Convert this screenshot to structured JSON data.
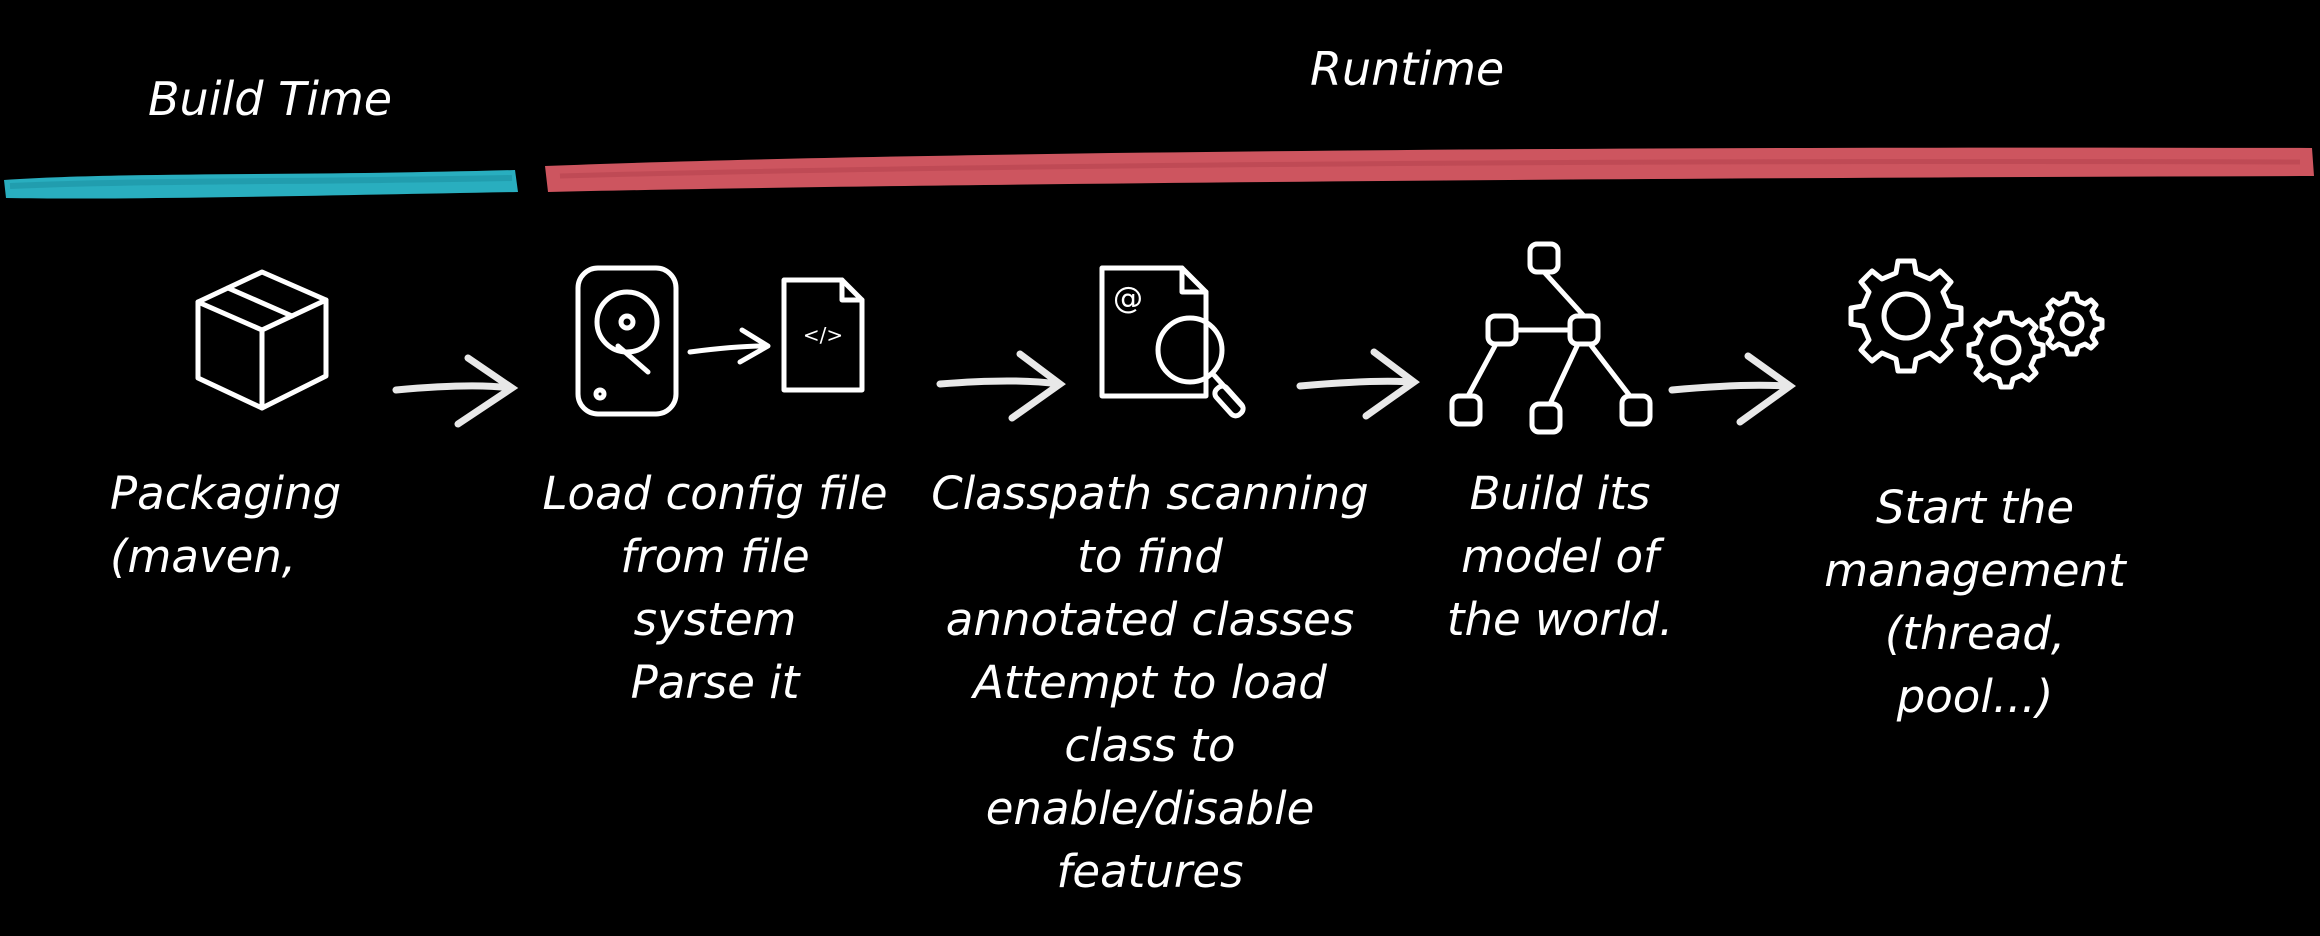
{
  "phases": {
    "build_time": {
      "label": "Build Time",
      "color": "#2bb7c9"
    },
    "runtime": {
      "label": "Runtime",
      "color": "#d85a64"
    }
  },
  "steps": [
    {
      "icon": "package-box-icon",
      "lines": [
        "Packaging",
        "(maven,"
      ]
    },
    {
      "icon": "hard-drive-to-code-file-icon",
      "lines": [
        "Load config file",
        "from file",
        "system",
        "Parse it"
      ]
    },
    {
      "icon": "annotated-file-search-icon",
      "lines": [
        "Classpath scanning",
        "to find",
        "annotated classes",
        "Attempt to load",
        "class to",
        "enable/disable",
        "features"
      ]
    },
    {
      "icon": "node-tree-icon",
      "lines": [
        "Build its",
        "model of",
        "the world."
      ]
    },
    {
      "icon": "gears-icon",
      "lines": [
        "Start the",
        "management",
        "(thread,",
        "pool...)"
      ]
    }
  ],
  "arrows": [
    "arrow-icon",
    "arrow-icon",
    "arrow-icon",
    "arrow-icon"
  ],
  "colors": {
    "background": "#000000",
    "foreground": "#ffffff"
  }
}
